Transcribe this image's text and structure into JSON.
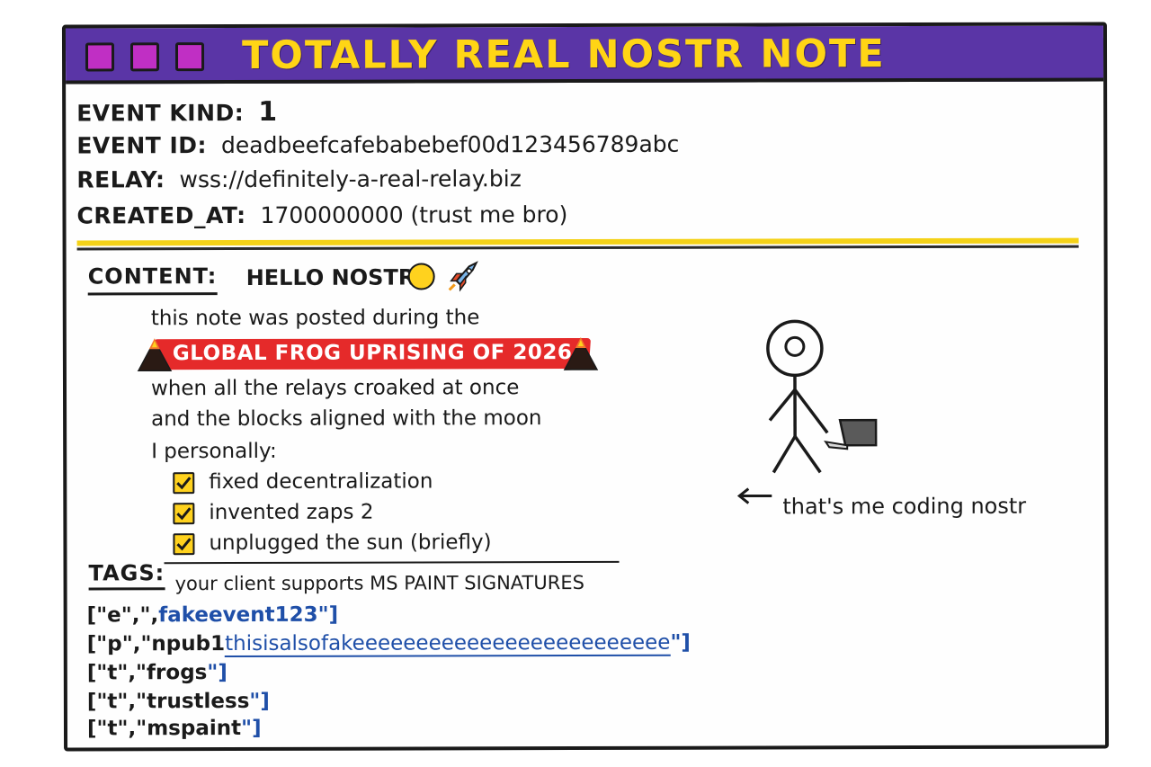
{
  "window": {
    "title": "TOTALLY REAL NOSTR NOTE"
  },
  "meta": {
    "kind_label": "EVENT KIND:",
    "kind_value": "1",
    "id_label": "EVENT ID:",
    "id_value": "deadbeefcafebabebef00d123456789abc",
    "relay_label": "RELAY:",
    "relay_value": "wss://definitely-a-real-relay.biz",
    "created_label": "CREATED_AT:",
    "created_value": "1700000000 (trust me bro)"
  },
  "content": {
    "label": "CONTENT:",
    "headline": "HELLO NOSTR",
    "line1": "this note was posted during the",
    "banner": "GLOBAL FROG UPRISING OF 2026",
    "line2": "when all the relays croaked at once",
    "line3": "and the blocks aligned with the moon",
    "line4": "I personally:",
    "checklist": [
      {
        "label": "fixed decentralization",
        "checked": true
      },
      {
        "label": "invented zaps 2",
        "checked": true
      },
      {
        "label": "unplugged the sun (briefly)",
        "checked": true
      }
    ]
  },
  "tags": {
    "label": "TAGS:",
    "note": "your client supports MS PAINT SIGNATURES",
    "items": [
      {
        "a": "[\"e\",\",",
        "b": "fakeevent",
        "c": "123\"]"
      },
      {
        "a": "[\"p\",\"npub1",
        "b": "thisisalsofakeeeeeeeeeeeeeeeeeeeeeeeee",
        "c": "\"]"
      },
      {
        "a": "[\"t\",\"frogs",
        "b": "",
        "c": "\"]"
      },
      {
        "a": "[\"t\",\"trustless",
        "b": "",
        "c": "\"]"
      },
      {
        "a": "[\"t\",\"mspaint",
        "b": "",
        "c": "\"]"
      }
    ]
  },
  "illustration": {
    "caption": "that's me coding nostr"
  },
  "colors": {
    "titlebar": "#5a35a6",
    "title_text": "#ffd515",
    "window_button": "#c02fc4",
    "banner": "#e52a2a",
    "checkbox": "#ffd21e",
    "tag_blue": "#1f4fa8",
    "rule_yellow": "#f4d218"
  },
  "icons": [
    "window-button-icon",
    "coin-icon",
    "rocket-icon",
    "volcano-icon",
    "checkbox-icon",
    "stick-figure-icon",
    "laptop-icon",
    "arrow-left-icon"
  ]
}
